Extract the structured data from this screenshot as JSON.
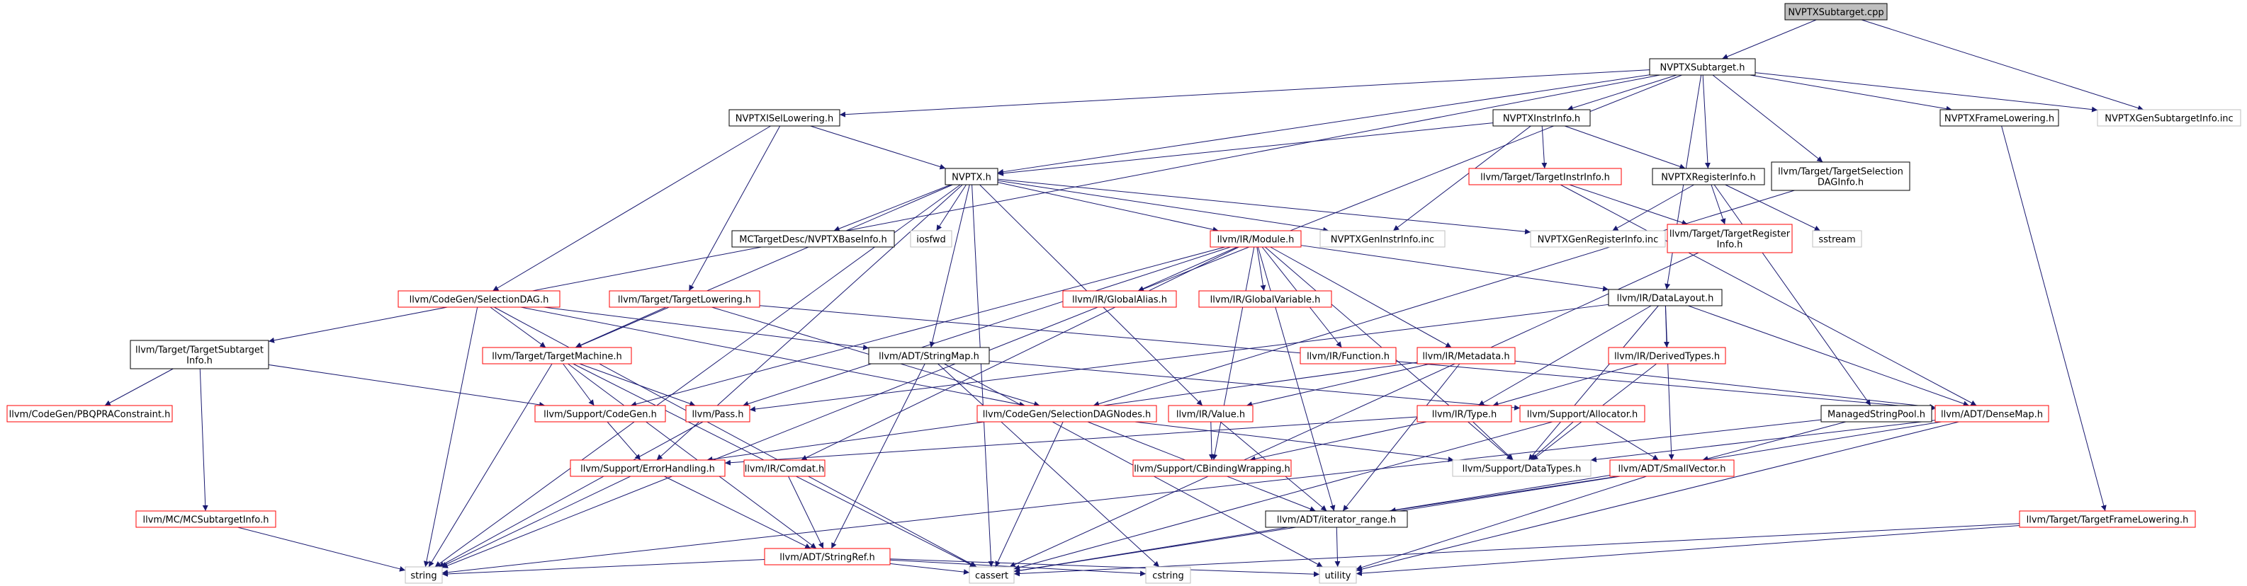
{
  "diagram": {
    "title": "NVPTXSubtarget.cpp include dependency graph",
    "colors": {
      "root_fill": "#bfbfbf",
      "normal": "#000000",
      "documented_red": "#ff0000",
      "external": "#bfbfbf",
      "edge": "#191970"
    },
    "nodes": [
      {
        "id": "root",
        "label": "NVPTXSubtarget.cpp",
        "style": "root"
      },
      {
        "id": "sub_h",
        "label": "NVPTXSubtarget.h",
        "style": "black"
      },
      {
        "id": "isel",
        "label": "NVPTXISelLowering.h",
        "style": "black"
      },
      {
        "id": "instrinfo",
        "label": "NVPTXInstrInfo.h",
        "style": "black"
      },
      {
        "id": "framelow",
        "label": "NVPTXFrameLowering.h",
        "style": "black"
      },
      {
        "id": "gensub",
        "label": "NVPTXGenSubtargetInfo.inc",
        "style": "grey"
      },
      {
        "id": "nvptx",
        "label": "NVPTX.h",
        "style": "black"
      },
      {
        "id": "tii",
        "label": "llvm/Target/TargetInstrInfo.h",
        "style": "red"
      },
      {
        "id": "reginfo",
        "label": "NVPTXRegisterInfo.h",
        "style": "black"
      },
      {
        "id": "tsdag",
        "label": "llvm/Target/TargetSelection\nDAGInfo.h",
        "style": "black"
      },
      {
        "id": "basei",
        "label": "MCTargetDesc/NVPTXBaseInfo.h",
        "style": "black"
      },
      {
        "id": "iosfwd",
        "label": "iosfwd",
        "style": "grey"
      },
      {
        "id": "module",
        "label": "llvm/IR/Module.h",
        "style": "red"
      },
      {
        "id": "geninstr",
        "label": "NVPTXGenInstrInfo.inc",
        "style": "grey"
      },
      {
        "id": "genreg",
        "label": "NVPTXGenRegisterInfo.inc",
        "style": "grey"
      },
      {
        "id": "treg",
        "label": "llvm/Target/TargetRegister\nInfo.h",
        "style": "red"
      },
      {
        "id": "sstream",
        "label": "sstream",
        "style": "grey"
      },
      {
        "id": "seldag",
        "label": "llvm/CodeGen/SelectionDAG.h",
        "style": "red"
      },
      {
        "id": "tlow",
        "label": "llvm/Target/TargetLowering.h",
        "style": "red"
      },
      {
        "id": "galias",
        "label": "llvm/IR/GlobalAlias.h",
        "style": "red"
      },
      {
        "id": "gvar",
        "label": "llvm/IR/GlobalVariable.h",
        "style": "red"
      },
      {
        "id": "dlayout",
        "label": "llvm/IR/DataLayout.h",
        "style": "black"
      },
      {
        "id": "tsti",
        "label": "llvm/Target/TargetSubtarget\nInfo.h",
        "style": "black"
      },
      {
        "id": "tm",
        "label": "llvm/Target/TargetMachine.h",
        "style": "red"
      },
      {
        "id": "smap",
        "label": "llvm/ADT/StringMap.h",
        "style": "black"
      },
      {
        "id": "func",
        "label": "llvm/IR/Function.h",
        "style": "red"
      },
      {
        "id": "meta",
        "label": "llvm/IR/Metadata.h",
        "style": "red"
      },
      {
        "id": "dtypes",
        "label": "llvm/IR/DerivedTypes.h",
        "style": "red"
      },
      {
        "id": "pbqp",
        "label": "llvm/CodeGen/PBQPRAConstraint.h",
        "style": "red"
      },
      {
        "id": "cgen",
        "label": "llvm/Support/CodeGen.h",
        "style": "red"
      },
      {
        "id": "pass",
        "label": "llvm/Pass.h",
        "style": "red"
      },
      {
        "id": "sdnodes",
        "label": "llvm/CodeGen/SelectionDAGNodes.h",
        "style": "red"
      },
      {
        "id": "value",
        "label": "llvm/IR/Value.h",
        "style": "red"
      },
      {
        "id": "type",
        "label": "llvm/IR/Type.h",
        "style": "red"
      },
      {
        "id": "alloc",
        "label": "llvm/Support/Allocator.h",
        "style": "red"
      },
      {
        "id": "msp",
        "label": "ManagedStringPool.h",
        "style": "black"
      },
      {
        "id": "dmap",
        "label": "llvm/ADT/DenseMap.h",
        "style": "red"
      },
      {
        "id": "errh",
        "label": "llvm/Support/ErrorHandling.h",
        "style": "red"
      },
      {
        "id": "comdat",
        "label": "llvm/IR/Comdat.h",
        "style": "red"
      },
      {
        "id": "cbw",
        "label": "llvm/Support/CBindingWrapping.h",
        "style": "red"
      },
      {
        "id": "stypes",
        "label": "llvm/Support/DataTypes.h",
        "style": "grey"
      },
      {
        "id": "svec",
        "label": "llvm/ADT/SmallVector.h",
        "style": "red"
      },
      {
        "id": "mcsti",
        "label": "llvm/MC/MCSubtargetInfo.h",
        "style": "red"
      },
      {
        "id": "iter",
        "label": "llvm/ADT/iterator_range.h",
        "style": "black"
      },
      {
        "id": "sref",
        "label": "llvm/ADT/StringRef.h",
        "style": "red"
      },
      {
        "id": "tfl",
        "label": "llvm/Target/TargetFrameLowering.h",
        "style": "red"
      },
      {
        "id": "string",
        "label": "string",
        "style": "grey"
      },
      {
        "id": "cassert",
        "label": "cassert",
        "style": "grey"
      },
      {
        "id": "cstring",
        "label": "cstring",
        "style": "grey"
      },
      {
        "id": "utility",
        "label": "utility",
        "style": "grey"
      }
    ],
    "edges": [
      [
        "root",
        "sub_h"
      ],
      [
        "root",
        "gensub"
      ],
      [
        "sub_h",
        "isel"
      ],
      [
        "sub_h",
        "instrinfo"
      ],
      [
        "sub_h",
        "framelow"
      ],
      [
        "sub_h",
        "gensub"
      ],
      [
        "sub_h",
        "nvptx"
      ],
      [
        "sub_h",
        "reginfo"
      ],
      [
        "sub_h",
        "tsdag"
      ],
      [
        "sub_h",
        "tsti"
      ],
      [
        "sub_h",
        "string"
      ],
      [
        "sub_h",
        "dlayout"
      ],
      [
        "isel",
        "nvptx"
      ],
      [
        "isel",
        "seldag"
      ],
      [
        "isel",
        "tlow"
      ],
      [
        "instrinfo",
        "nvptx"
      ],
      [
        "instrinfo",
        "tii"
      ],
      [
        "instrinfo",
        "reginfo"
      ],
      [
        "instrinfo",
        "geninstr"
      ],
      [
        "framelow",
        "tfl"
      ],
      [
        "nvptx",
        "basei"
      ],
      [
        "nvptx",
        "iosfwd"
      ],
      [
        "nvptx",
        "module"
      ],
      [
        "nvptx",
        "geninstr"
      ],
      [
        "nvptx",
        "genreg"
      ],
      [
        "nvptx",
        "tm"
      ],
      [
        "nvptx",
        "smap"
      ],
      [
        "nvptx",
        "value"
      ],
      [
        "nvptx",
        "errh"
      ],
      [
        "nvptx",
        "cassert"
      ],
      [
        "nvptx",
        "string"
      ],
      [
        "tii",
        "treg"
      ],
      [
        "tii",
        "dmap"
      ],
      [
        "reginfo",
        "treg"
      ],
      [
        "reginfo",
        "genreg"
      ],
      [
        "reginfo",
        "sstream"
      ],
      [
        "reginfo",
        "msp"
      ],
      [
        "tsdag",
        "sdnodes"
      ],
      [
        "treg",
        "cassert"
      ],
      [
        "module",
        "galias"
      ],
      [
        "module",
        "gvar"
      ],
      [
        "module",
        "func"
      ],
      [
        "module",
        "meta"
      ],
      [
        "module",
        "dlayout"
      ],
      [
        "module",
        "cgen"
      ],
      [
        "module",
        "comdat"
      ],
      [
        "module",
        "cbw"
      ],
      [
        "module",
        "stypes"
      ],
      [
        "module",
        "iter"
      ],
      [
        "module",
        "pass"
      ],
      [
        "seldag",
        "tm"
      ],
      [
        "seldag",
        "smap"
      ],
      [
        "seldag",
        "sdnodes"
      ],
      [
        "seldag",
        "string"
      ],
      [
        "seldag",
        "cassert"
      ],
      [
        "tlow",
        "tm"
      ],
      [
        "tlow",
        "sdnodes"
      ],
      [
        "tlow",
        "dmap"
      ],
      [
        "dlayout",
        "dtypes"
      ],
      [
        "dlayout",
        "type"
      ],
      [
        "dlayout",
        "dmap"
      ],
      [
        "dlayout",
        "svec"
      ],
      [
        "dlayout",
        "stypes"
      ],
      [
        "dlayout",
        "pass"
      ],
      [
        "tsti",
        "pbqp"
      ],
      [
        "tsti",
        "mcsti"
      ],
      [
        "tsti",
        "cgen"
      ],
      [
        "tm",
        "cgen"
      ],
      [
        "tm",
        "pass"
      ],
      [
        "tm",
        "string"
      ],
      [
        "tm",
        "sref"
      ],
      [
        "tm",
        "cassert"
      ],
      [
        "smap",
        "alloc"
      ],
      [
        "smap",
        "sref"
      ],
      [
        "smap",
        "cstring"
      ],
      [
        "smap",
        "utility"
      ],
      [
        "meta",
        "dmap"
      ],
      [
        "meta",
        "value"
      ],
      [
        "meta",
        "errh"
      ],
      [
        "meta",
        "iter"
      ],
      [
        "dtypes",
        "type"
      ],
      [
        "dtypes",
        "stypes"
      ],
      [
        "cgen",
        "errh"
      ],
      [
        "pass",
        "string"
      ],
      [
        "sdnodes",
        "cassert"
      ],
      [
        "sdnodes",
        "iter"
      ],
      [
        "sdnodes",
        "stypes"
      ],
      [
        "value",
        "cbw"
      ],
      [
        "value",
        "iter"
      ],
      [
        "type",
        "stypes"
      ],
      [
        "type",
        "cbw"
      ],
      [
        "type",
        "errh"
      ],
      [
        "alloc",
        "svec"
      ],
      [
        "alloc",
        "stypes"
      ],
      [
        "alloc",
        "cassert"
      ],
      [
        "msp",
        "svec"
      ],
      [
        "msp",
        "string"
      ],
      [
        "dmap",
        "cassert"
      ],
      [
        "dmap",
        "utility"
      ],
      [
        "dmap",
        "stypes"
      ],
      [
        "errh",
        "sref"
      ],
      [
        "errh",
        "string"
      ],
      [
        "comdat",
        "sref"
      ],
      [
        "svec",
        "iter"
      ],
      [
        "svec",
        "cassert"
      ],
      [
        "svec",
        "utility"
      ],
      [
        "iter",
        "utility"
      ],
      [
        "mcsti",
        "string"
      ],
      [
        "sref",
        "string"
      ],
      [
        "sref",
        "cassert"
      ],
      [
        "sref",
        "cstring"
      ],
      [
        "sref",
        "utility"
      ],
      [
        "tfl",
        "utility"
      ],
      [
        "tfl",
        "cassert"
      ]
    ]
  }
}
